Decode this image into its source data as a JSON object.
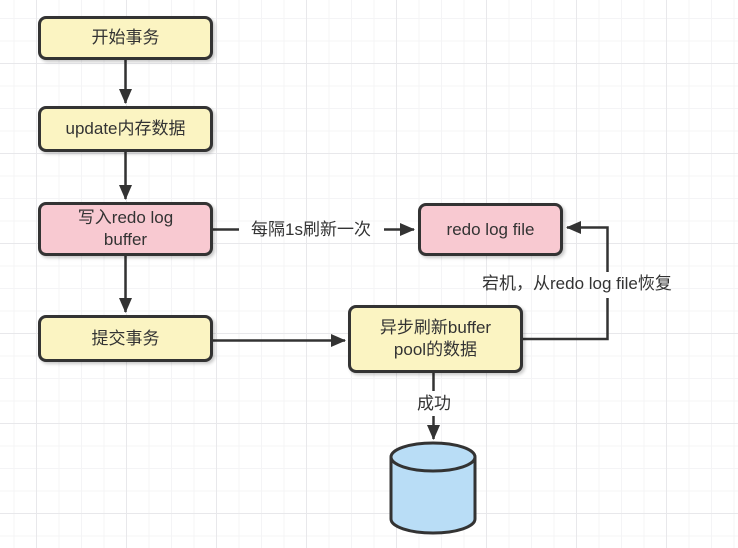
{
  "diagram": {
    "nodes": {
      "start": {
        "label": "开始事务"
      },
      "update": {
        "label": "update内存数据"
      },
      "write_redo_buffer": {
        "label": "写入redo log\nbuffer"
      },
      "commit": {
        "label": "提交事务"
      },
      "redo_log_file": {
        "label": "redo log file"
      },
      "async_flush": {
        "label": "异步刷新buffer\npool的数据"
      },
      "database": {
        "shape": "cylinder-icon"
      }
    },
    "edge_labels": {
      "flush_interval": "每隔1s刷新一次",
      "crash_recover": "宕机，从redo log file恢复",
      "success": "成功"
    },
    "colors": {
      "node_yellow": "#fbf4c2",
      "node_pink": "#f8c9d1",
      "cylinder_blue": "#b9ddf6",
      "stroke_dark": "#333333",
      "grid_minor": "#f4f4f6",
      "grid_major": "#e8e8eb"
    }
  }
}
